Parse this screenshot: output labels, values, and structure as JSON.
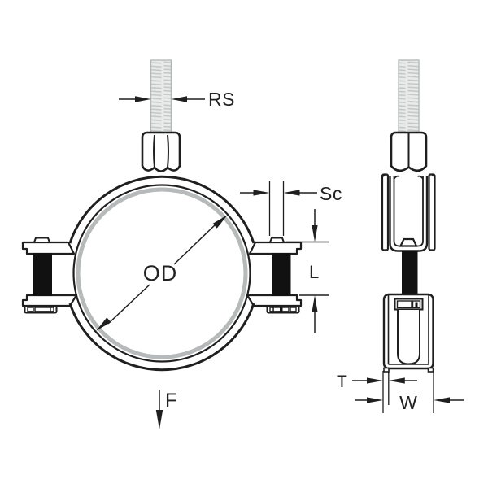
{
  "drawing": {
    "type": "technical-drawing-pipe-clamp",
    "views": [
      "front",
      "side"
    ],
    "labels": {
      "rod_size": "RS",
      "screw": "Sc",
      "outer_diameter": "OD",
      "lock_height": "L",
      "force": "F",
      "thickness": "T",
      "width": "W"
    },
    "colors": {
      "line": "#1f1f1f",
      "rod_fill": "#e9eaea",
      "rod_thread": "#c2c6c6",
      "liner_gray": "#b7baba",
      "bolt_black": "#111111",
      "background": "#ffffff"
    }
  }
}
